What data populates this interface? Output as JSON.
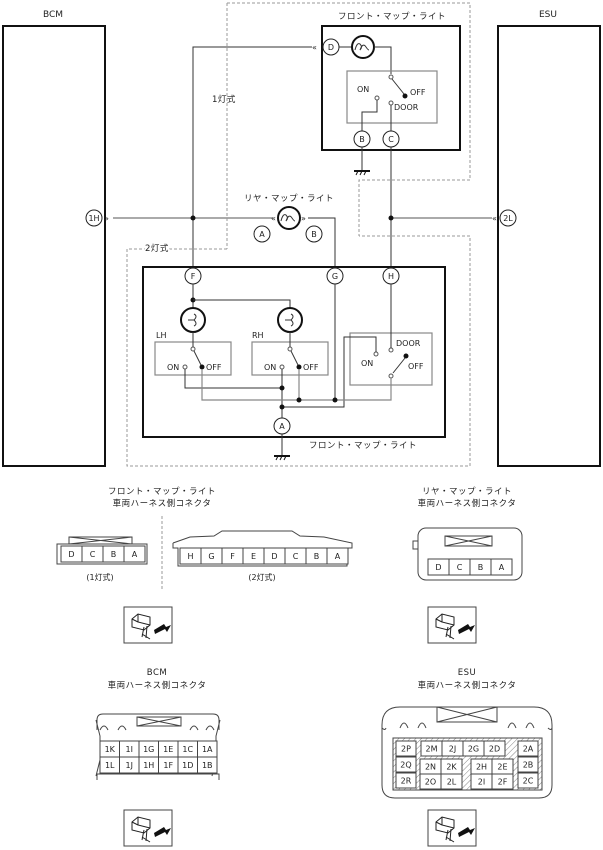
{
  "modules": {
    "bcm": {
      "label": "BCM",
      "terminal": "1H"
    },
    "esu": {
      "label": "ESU",
      "terminal": "2L"
    }
  },
  "front_single": {
    "title": "フロント・マップ・ライト",
    "variant": "1灯式",
    "terminals": {
      "d": "D",
      "b": "B",
      "c": "C"
    },
    "switch": {
      "on": "ON",
      "off": "OFF",
      "door": "DOOR"
    }
  },
  "rear": {
    "title": "リヤ・マップ・ライト",
    "terminals": {
      "a": "A",
      "b": "B"
    }
  },
  "front_double": {
    "title": "フロント・マップ・ライト",
    "variant": "2灯式",
    "terminals": {
      "f": "F",
      "g": "G",
      "h": "H",
      "a": "A"
    },
    "lh": {
      "label": "LH",
      "on": "ON",
      "off": "OFF"
    },
    "rh": {
      "label": "RH",
      "on": "ON",
      "off": "OFF"
    },
    "door_switch": {
      "on": "ON",
      "off": "OFF",
      "door": "DOOR"
    }
  },
  "connectors": {
    "front": {
      "title1": "フロント・マップ・ライト",
      "title2": "車両ハーネス側コネクタ",
      "single": {
        "caption": "(1灯式)",
        "pins": [
          "D",
          "C",
          "B",
          "A"
        ]
      },
      "double": {
        "caption": "(2灯式)",
        "pins": [
          "H",
          "G",
          "F",
          "E",
          "D",
          "C",
          "B",
          "A"
        ]
      }
    },
    "rear": {
      "title1": "リヤ・マップ・ライト",
      "title2": "車両ハーネス側コネクタ",
      "pins": [
        "D",
        "C",
        "B",
        "A"
      ]
    },
    "bcm": {
      "title1": "BCM",
      "title2": "車両ハーネス側コネクタ",
      "rows": [
        [
          "1K",
          "1I",
          "1G",
          "1E",
          "1C",
          "1A"
        ],
        [
          "1L",
          "1J",
          "1H",
          "1F",
          "1D",
          "1B"
        ]
      ]
    },
    "esu": {
      "title1": "ESU",
      "title2": "車両ハーネス側コネクタ",
      "left": [
        "2P",
        "2Q",
        "2R"
      ],
      "top": [
        "2M",
        "2J",
        "2G",
        "2D"
      ],
      "mid_left": [
        [
          "2N",
          "2K"
        ],
        [
          "2O",
          "2L"
        ]
      ],
      "mid_right": [
        [
          "2H",
          "2E"
        ],
        [
          "2I",
          "2F"
        ]
      ],
      "right": [
        "2A",
        "2B",
        "2C"
      ]
    }
  }
}
